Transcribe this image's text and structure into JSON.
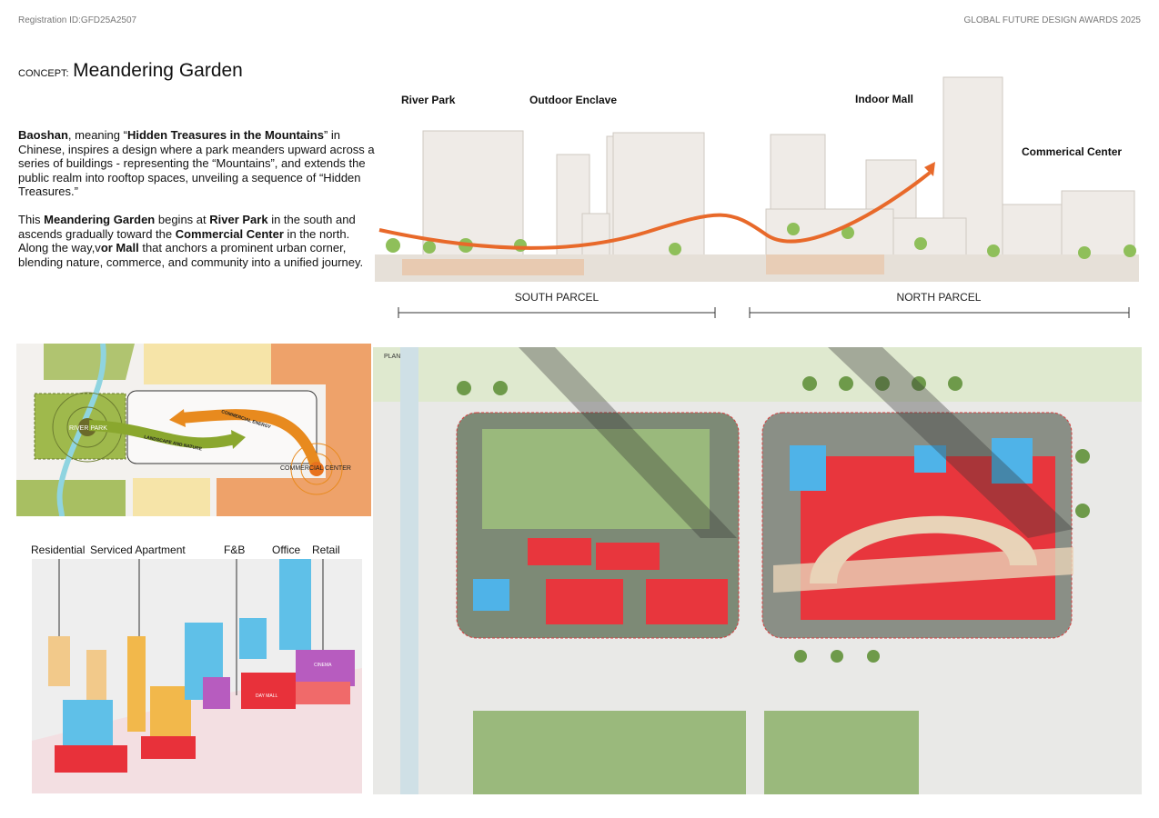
{
  "header": {
    "registration": "Registration ID:GFD25A2507",
    "award": "GLOBAL FUTURE DESIGN AWARDS 2025"
  },
  "concept": {
    "prefix": "CONCEPT:",
    "title": "Meandering Garden"
  },
  "description": {
    "p1": [
      {
        "t": "Baoshan",
        "b": true
      },
      {
        "t": ", meaning “",
        "b": false
      },
      {
        "t": "Hidden Treasures in the Mountains",
        "b": true
      },
      {
        "t": "” in Chinese, inspires a design where a park meanders upward across a series of buildings - representing the “Mountains”, and extends the public realm into rooftop spaces, unveiling a sequence of “Hidden Treasures.”",
        "b": false
      }
    ],
    "p2": [
      {
        "t": "This ",
        "b": false
      },
      {
        "t": "Meandering Garden",
        "b": true
      },
      {
        "t": " begins at ",
        "b": false
      },
      {
        "t": "River Park",
        "b": true
      },
      {
        "t": " in the south and ascends gradually toward the ",
        "b": false
      },
      {
        "t": "Commercial Center",
        "b": true
      },
      {
        "t": " in the north. Along the way,v",
        "b": false
      },
      {
        "t": "or Mall",
        "b": true
      },
      {
        "t": " that anchors a prominent urban corner, blending nature, commerce, and community into a unified journey.",
        "b": false
      }
    ]
  },
  "section": {
    "labels": [
      "River Park",
      "Outdoor Enclave",
      "Indoor Mall",
      "Commerical Center"
    ],
    "south_parcel": "SOUTH PARCEL",
    "north_parcel": "NORTH PARCEL",
    "path_color": "#e8692a"
  },
  "diagram": {
    "river_park": "RIVER PARK",
    "commercial_center": "COMMERCIAL CENTER",
    "landscape_arrow": "LANDSCAPE AND NATURE",
    "energy_arrow": "COMMERCIAL ENERGY"
  },
  "program": {
    "labels": [
      "Residential",
      "Serviced Apartment",
      "F&B",
      "Office",
      "Retail"
    ],
    "tags": [
      "DAY MALL",
      "CINEMA"
    ],
    "colors": {
      "residential": "#f2b84b",
      "apartment": "#5fc0e8",
      "fnb": "#e8313a",
      "retail": "#b75cbf"
    }
  },
  "plan": {
    "label": "PLAN",
    "colors": {
      "retail": "#e8363d",
      "office": "#4fb3e8",
      "green": "#9ec77a",
      "plaza": "#e8d3b8"
    }
  }
}
